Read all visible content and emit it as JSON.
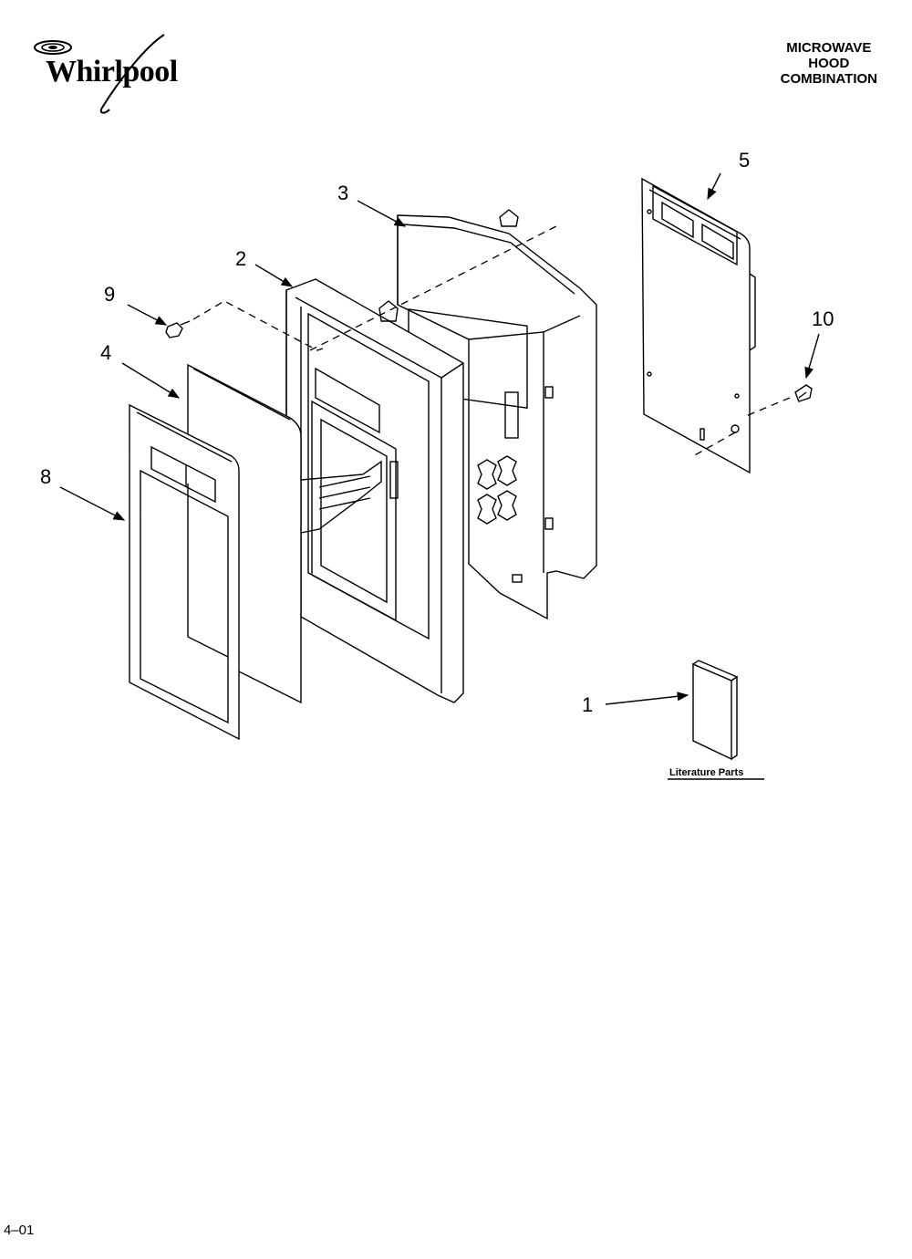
{
  "brand": {
    "name": "Whirlpool"
  },
  "header": {
    "title_lines": [
      "MICROWAVE",
      "HOOD",
      "COMBINATION"
    ]
  },
  "callouts": [
    "1",
    "2",
    "3",
    "4",
    "5",
    "8",
    "9",
    "10"
  ],
  "literature_label": "Literature Parts",
  "footer": {
    "code": "4–01"
  }
}
